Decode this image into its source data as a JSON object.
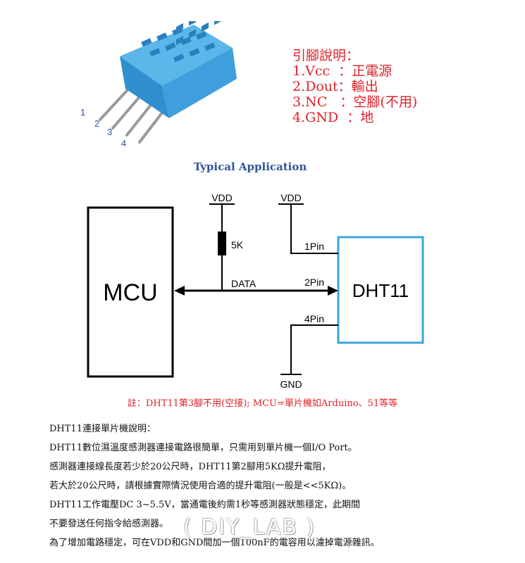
{
  "pin_legend": {
    "title": "引腳說明：",
    "items": [
      "1.Vcc  ：正電源",
      "2.Dout：輸出",
      "3.NC   ：空腳(不用)",
      "4.GND  ：地"
    ]
  },
  "sensor_pin_numbers": [
    "1",
    "2",
    "3",
    "4"
  ],
  "section_title": "Typical Application",
  "circuit": {
    "mcu_label": "MCU",
    "dht_label": "DHT11",
    "vdd_left": "VDD",
    "vdd_right": "VDD",
    "resistor_label": "5K",
    "data_label": "DATA",
    "pin1_label": "1Pin",
    "pin2_label": "2Pin",
    "pin4_label": "4Pin",
    "gnd_label": "GND"
  },
  "note": "註：DHT11第3腳不用(空接); MCU=單片機如Arduino、51等等",
  "description": [
    "DHT11連接單片機說明：",
    "DHT11數位濕溫度感測器連接電路很簡單，只需用到單片機一個I/O Port。",
    "感測器連接線長度若少於20公尺時，DHT11第2腳用5KΩ提升電阻，",
    "若大於20公尺時，請根據實際情況使用合適的提升電阻(一般是<<5KΩ)。",
    "DHT11工作電壓DC 3~5.5V，當通電後約需1秒等感測器狀態穩定，此期間",
    "不要發送任何指令給感測器。",
    "為了增加電路穩定，可在VDD和GND間加一個100nF的電容用以濾掉電源雜訊。"
  ],
  "watermark": "( DIY_LAB )",
  "colors": {
    "legend_red": "#e0202a",
    "title_blue": "#2f5597",
    "sensor_blue": "#3f9fdc",
    "dht_box_border": "#3aa6d9"
  }
}
